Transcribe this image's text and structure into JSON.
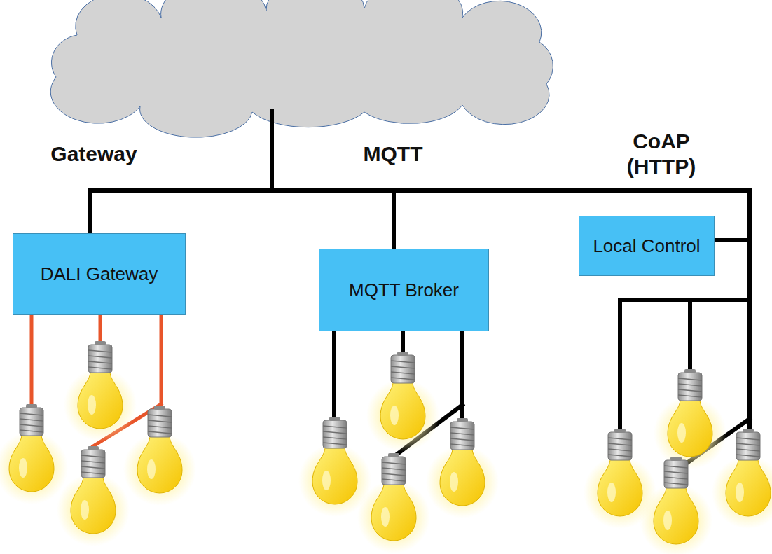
{
  "diagram": {
    "nodes": [
      {
        "text": [
          "DALI Gateway"
        ]
      },
      {
        "text": [
          "MQTT Broker"
        ]
      },
      {
        "text": [
          "Local Control"
        ]
      }
    ],
    "labels": [
      "Gateway",
      "MQTT",
      "CoAP (HTTP)"
    ]
  }
}
